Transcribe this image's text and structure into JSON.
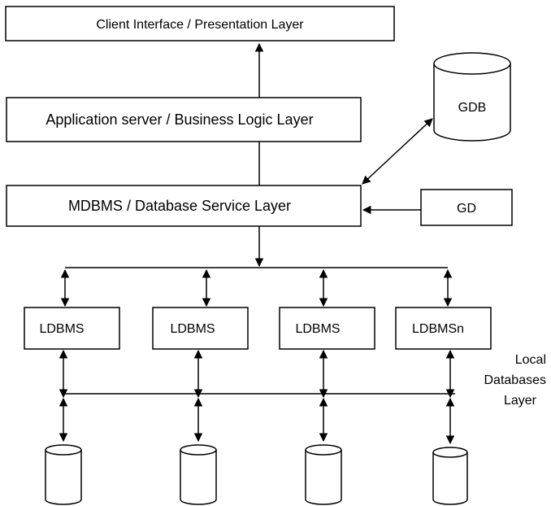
{
  "layers": {
    "client": "Client Interface / Presentation Layer",
    "app": "Application server / Business Logic Layer",
    "mdbms": "MDBMS / Database Service Layer"
  },
  "gdb": "GDB",
  "gd": "GD",
  "ldbms": [
    "LDBMS",
    "LDBMS",
    "LDBMS",
    "LDBMSn"
  ],
  "local_layer": [
    "Local",
    "Databases",
    "Layer"
  ],
  "colors": {
    "stroke": "#000000",
    "fill": "#ffffff"
  }
}
